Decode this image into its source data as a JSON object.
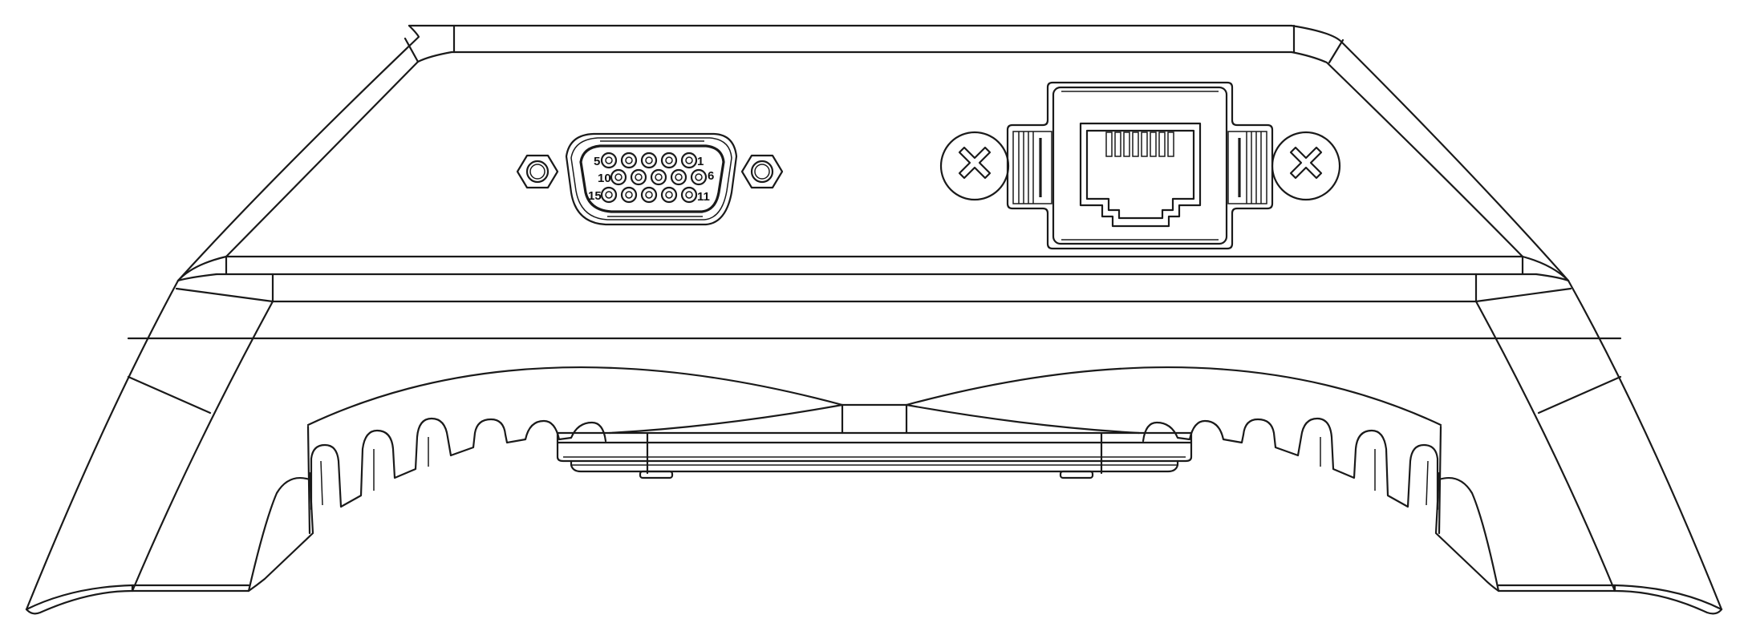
{
  "drawing": {
    "subject": "device rear panel line drawing",
    "line_color": "#1a1a1a",
    "background": "#ffffff"
  },
  "db15_connector": {
    "pin_labels": {
      "top_left": "5",
      "top_right": "1",
      "mid_left": "10",
      "mid_right": "6",
      "bottom_left": "15",
      "bottom_right": "11"
    },
    "rows": [
      5,
      5,
      5
    ]
  },
  "rj45_port": {
    "contacts": 8
  },
  "screws": {
    "count": 2,
    "glyph": "×"
  }
}
